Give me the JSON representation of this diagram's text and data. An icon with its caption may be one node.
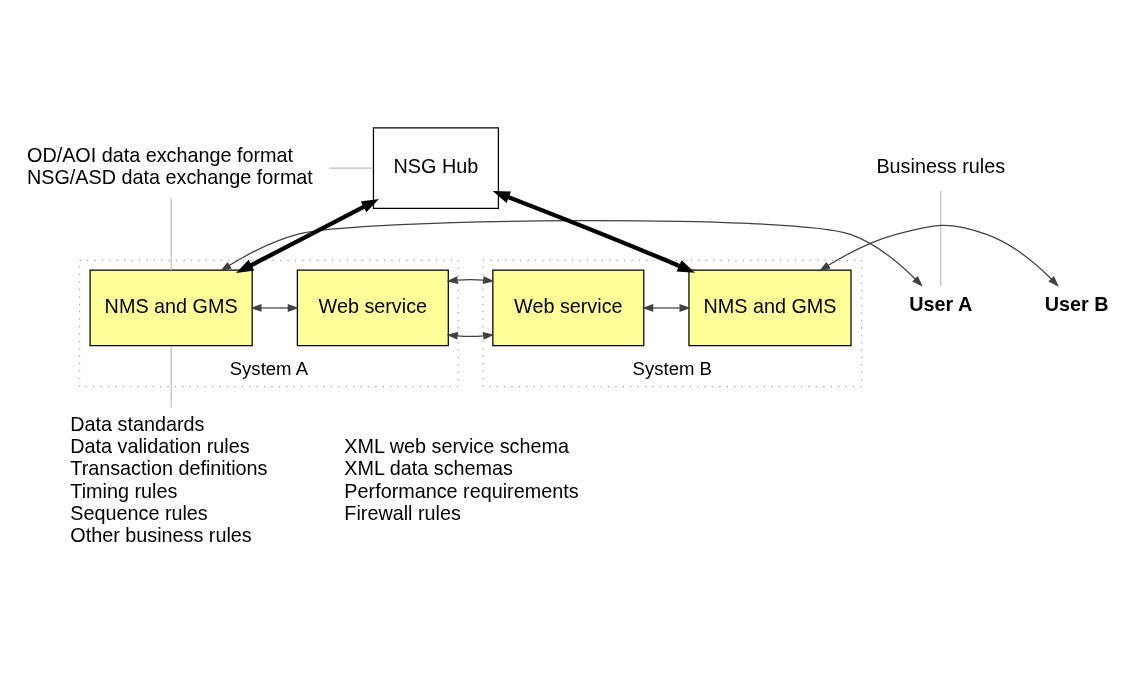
{
  "diagram": {
    "nodes": [
      {
        "text": [
          "NSG Hub"
        ]
      },
      {
        "text": [
          "System A"
        ]
      },
      {
        "text": [
          "NMS and GMS"
        ],
        "in": 1
      },
      {
        "text": [
          "Web service"
        ],
        "in": 1
      },
      {
        "text": [
          "System B"
        ]
      },
      {
        "text": [
          "Web service"
        ],
        "in": 4
      },
      {
        "text": [
          "NMS and GMS"
        ],
        "in": 4
      },
      {
        "text": [
          "User A"
        ]
      },
      {
        "text": [
          "User B"
        ]
      },
      {
        "text": [
          "OD/AOI data exchange format",
          "NSG/ASD data exchange format"
        ]
      },
      {
        "text": [
          "Business rules"
        ]
      },
      {
        "text": [
          "Data standards",
          "Data validation rules",
          "Transaction definitions",
          "Timing rules",
          "Sequence rules",
          "Other business rules"
        ]
      }
    ],
    "edges": [
      {
        "from": 2,
        "to": 0,
        "arrow": "both",
        "style": "thick",
        "color": "#000000"
      },
      {
        "from": 6,
        "to": 0,
        "arrow": "both",
        "style": "thick",
        "color": "#000000"
      },
      {
        "from": 7,
        "to": 2,
        "arrow": "both"
      },
      {
        "from": 2,
        "to": 3,
        "arrow": "both"
      },
      {
        "from": 3,
        "to": 5,
        "arrow": "both"
      },
      {
        "from": 5,
        "to": 6,
        "arrow": "both"
      },
      {
        "from": 6,
        "to": 8,
        "arrow": "both"
      },
      {
        "from": 9,
        "to": 0,
        "arrow": "none",
        "color": "#c0c0c0"
      },
      {
        "from": 9,
        "to": 2,
        "arrow": "none",
        "color": "#c0c0c0"
      },
      {
        "from": 10,
        "to": 7,
        "arrow": "none",
        "color": "#c0c0c0"
      },
      {
        "from": 11,
        "to": 2,
        "arrow": "none",
        "color": "#c0c0c0"
      }
    ],
    "labels": [
      "XML web service schema",
      "XML data schemas",
      "Performance requirements",
      "Firewall rules"
    ]
  }
}
